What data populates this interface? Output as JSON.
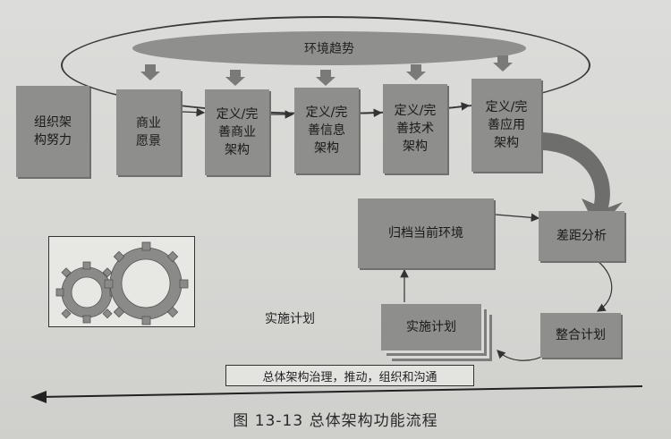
{
  "environment": {
    "label": "环境趋势"
  },
  "boxes": {
    "org_effort": "组织架\n构努力",
    "business_vision": "商业\n愿景",
    "business_arch": "定义/完\n善商业\n架构",
    "info_arch": "定义/完\n善信息\n架构",
    "tech_arch": "定义/完\n善技术\n架构",
    "app_arch": "定义/完\n善应用\n架构",
    "current_env": "归档当前环境",
    "gap_analysis": "差距分析",
    "impl_plan_stack": "实施计划",
    "integration_plan": "整合计划"
  },
  "labels": {
    "impl_plan": "实施计划",
    "governance": "总体架构治理，推动，组织和沟通"
  },
  "caption": "图 13-13    总体架构功能流程",
  "colors": {
    "box_fill": "#8e8e8c",
    "line": "#333333"
  }
}
